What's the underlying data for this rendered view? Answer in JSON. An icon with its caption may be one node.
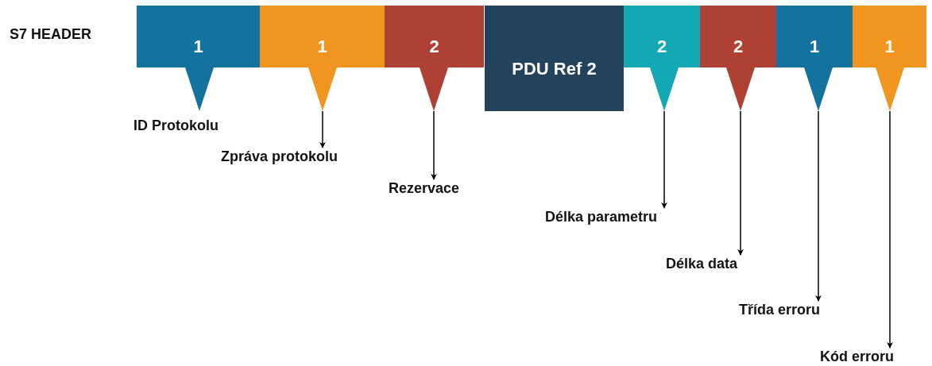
{
  "diagram": {
    "title": "S7 HEADER",
    "nodes": [
      {
        "text": [
          "1"
        ],
        "beside": [
          "ID Protokolu"
        ]
      },
      {
        "text": [
          "1"
        ]
      },
      {
        "text": [
          "2"
        ]
      },
      {
        "text": [
          "PDU Ref 2"
        ]
      },
      {
        "text": [
          "2"
        ]
      },
      {
        "text": [
          "2"
        ]
      },
      {
        "text": [
          "1"
        ]
      },
      {
        "text": [
          "1"
        ]
      },
      {
        "text": [
          "Zpráva protokolu"
        ]
      },
      {
        "text": [
          "Rezervace"
        ]
      },
      {
        "text": [
          "Délka parametru"
        ]
      },
      {
        "text": [
          "Délka data"
        ]
      },
      {
        "text": [
          "Třída erroru"
        ]
      },
      {
        "text": [
          "Kód erroru"
        ]
      }
    ],
    "edges": [
      {
        "from": 1,
        "to": 8,
        "arrow": "to"
      },
      {
        "from": 2,
        "to": 9,
        "arrow": "to"
      },
      {
        "from": 4,
        "to": 10,
        "arrow": "to"
      },
      {
        "from": 5,
        "to": 11,
        "arrow": "to"
      },
      {
        "from": 6,
        "to": 12,
        "arrow": "to"
      },
      {
        "from": 7,
        "to": 13,
        "arrow": "to"
      }
    ]
  }
}
